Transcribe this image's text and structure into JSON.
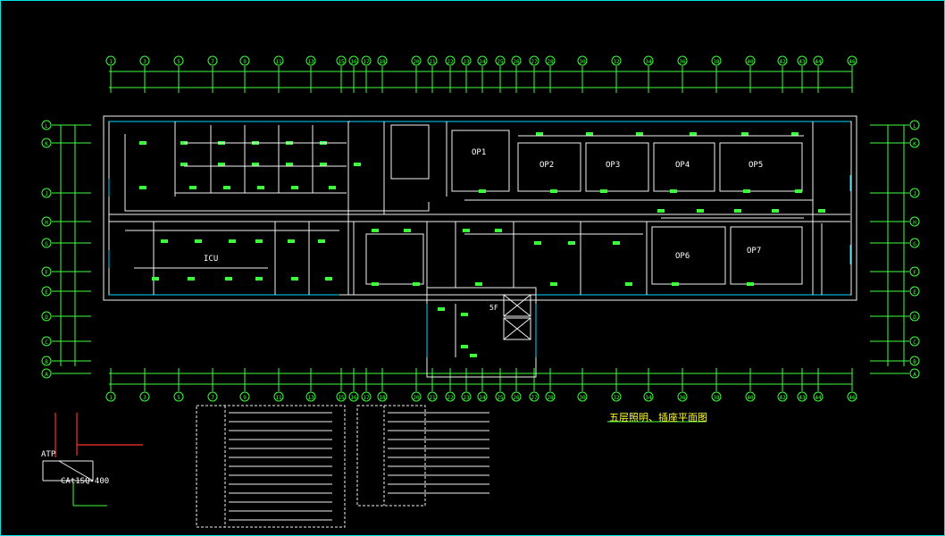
{
  "drawing": {
    "title": "五层照明、插座平面图",
    "axes_top": [
      "1",
      "3",
      "5",
      "7",
      "9",
      "11",
      "13",
      "15",
      "16",
      "17",
      "18",
      "20",
      "21",
      "22",
      "23",
      "24",
      "25",
      "26",
      "27",
      "28",
      "30",
      "32",
      "34",
      "36",
      "38",
      "40",
      "42",
      "43",
      "44",
      "46"
    ],
    "axes_side": [
      "L",
      "K",
      "J",
      "H",
      "G",
      "F",
      "E",
      "D",
      "C",
      "B",
      "A"
    ],
    "rooms": {
      "op1": "OP1",
      "op2": "OP2",
      "op3": "OP3",
      "op4": "OP4",
      "op5": "OP5",
      "op6": "OP6",
      "op7": "OP7",
      "icu": "ICU",
      "floor": "5F"
    },
    "riser": {
      "atp": "ATP",
      "breaker": "CAt1SQ-400"
    },
    "colors": {
      "background": "#000000",
      "frame": "#00e5e5",
      "wall": "#f2f2f2",
      "axis": "#3cff3c",
      "cable": "#ff3030",
      "label": "#ffff33"
    }
  }
}
